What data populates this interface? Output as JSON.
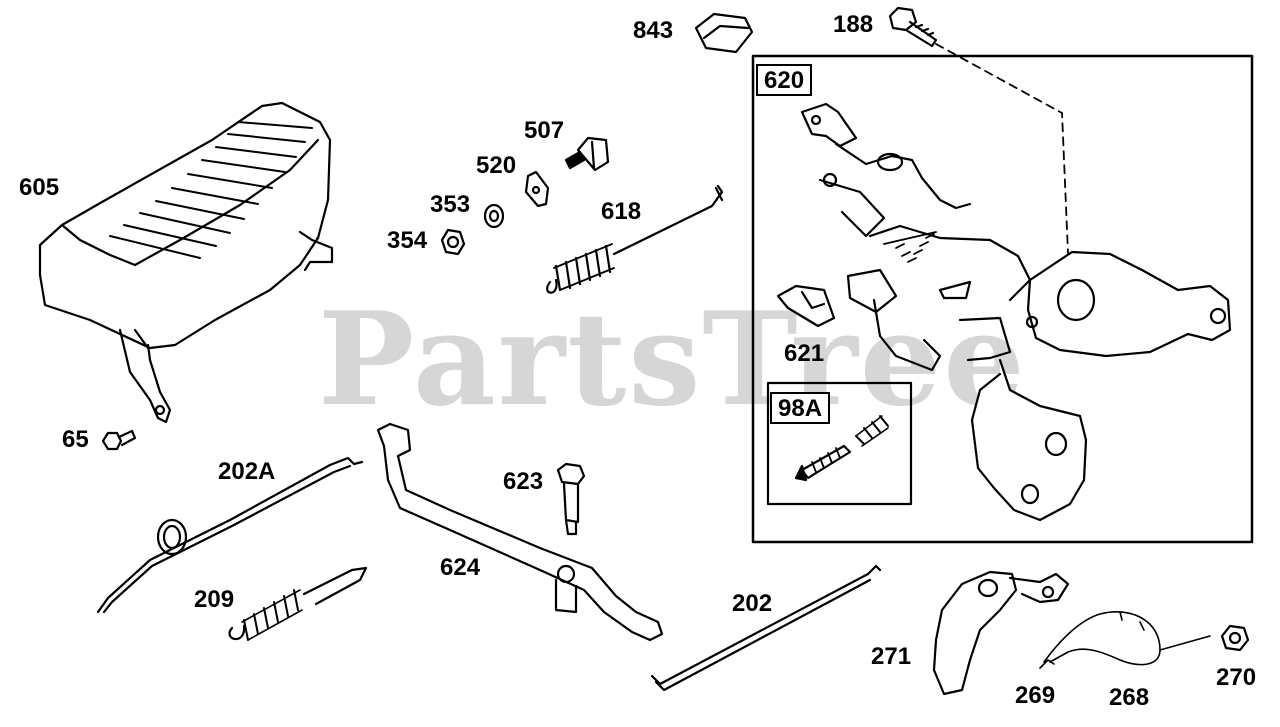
{
  "watermark": "PartsTree",
  "callouts": {
    "p843": "843",
    "p188": "188",
    "p620": "620",
    "p605": "605",
    "p507": "507",
    "p520": "520",
    "p353": "353",
    "p354": "354",
    "p618": "618",
    "p621": "621",
    "p98a": "98A",
    "p65": "65",
    "p202a": "202A",
    "p623": "623",
    "p624": "624",
    "p209": "209",
    "p202": "202",
    "p271": "271",
    "p269": "269",
    "p268": "268",
    "p270": "270"
  }
}
